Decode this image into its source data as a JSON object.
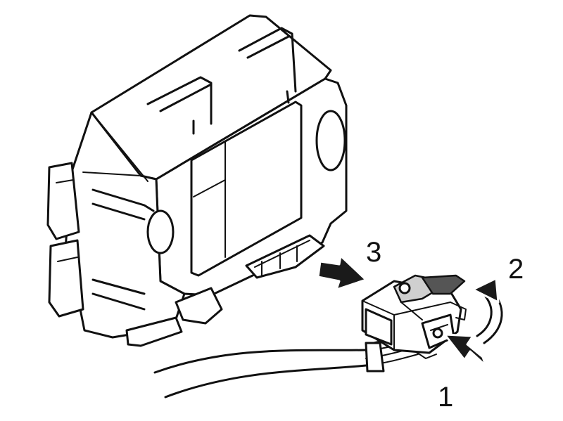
{
  "diagram": {
    "callouts": [
      {
        "id": "step-1",
        "label": "1"
      },
      {
        "id": "step-2",
        "label": "2"
      },
      {
        "id": "step-3",
        "label": "3"
      }
    ],
    "colors": {
      "line": "#111111",
      "shading": "#cfcfcf",
      "latch": "#555555",
      "background": "#ffffff"
    }
  }
}
